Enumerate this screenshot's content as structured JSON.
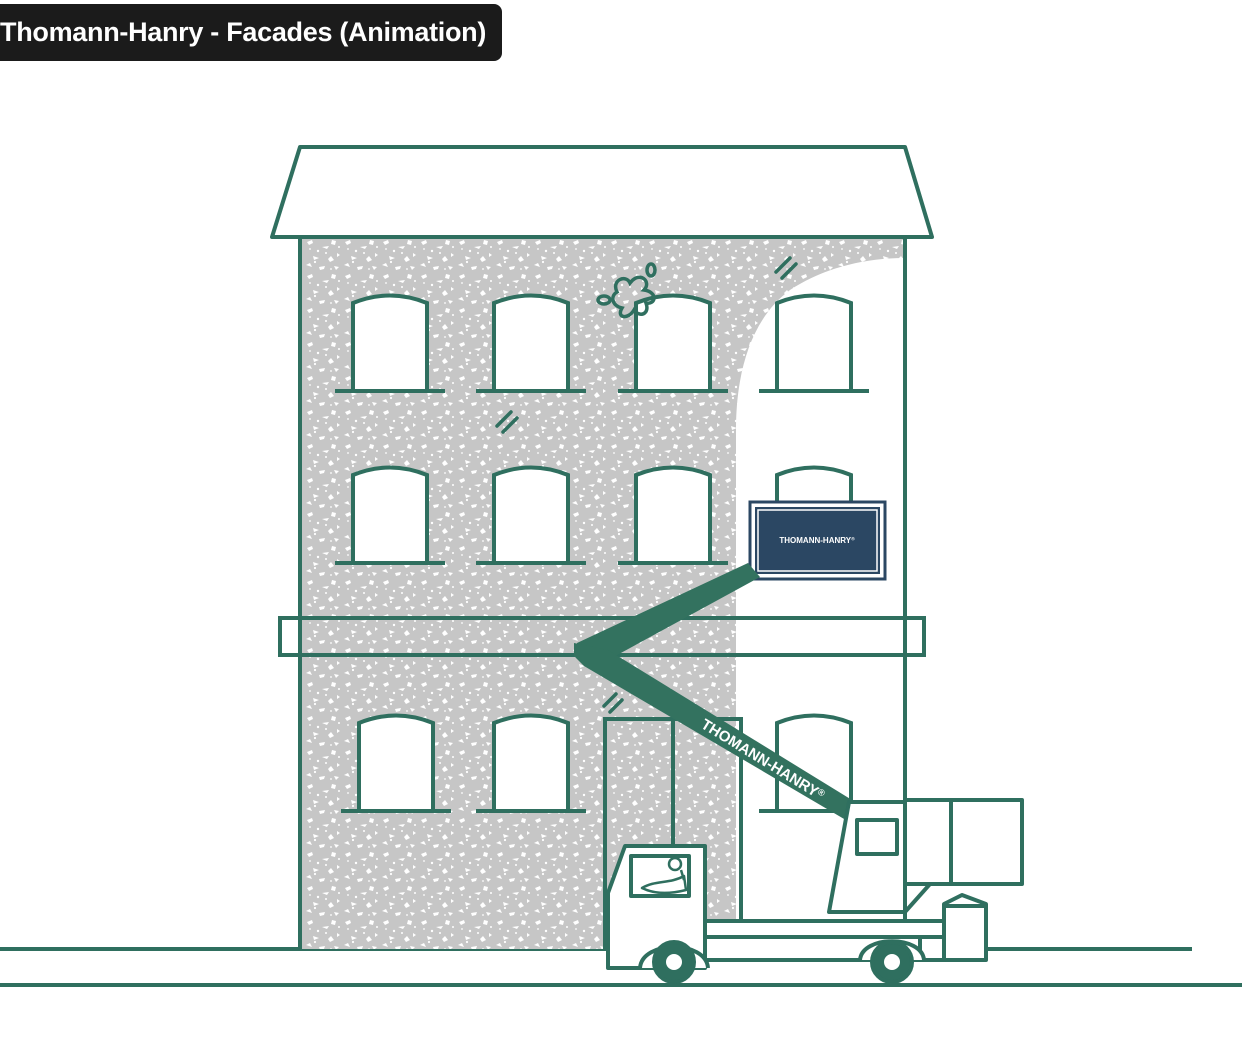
{
  "title": "Thomann-Hanry - Facades (Animation)",
  "brand": {
    "sign_text": "THOMANN-HANRY",
    "boom_text": "THOMANN-HANRY",
    "trademark": "®"
  },
  "colors": {
    "outline": "#2f6f5f",
    "boom": "#33725f",
    "stone": "#c6c6c6",
    "sign_panel": "#2b4763",
    "title_bg": "#1b1b1b"
  }
}
